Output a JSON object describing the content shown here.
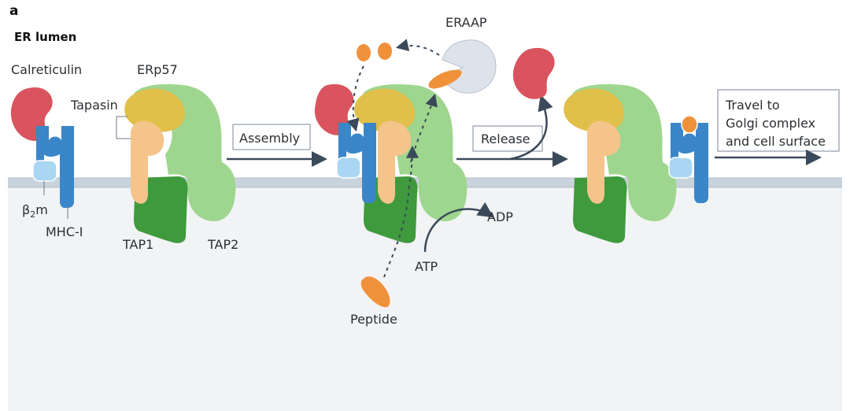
{
  "panel_letter": "a",
  "compartment_label": "ER lumen",
  "labels": {
    "calreticulin": "Calreticulin",
    "erp57": "ERp57",
    "tapasin": "Tapasin",
    "b2m_base": "β",
    "b2m_sub": "2",
    "b2m_end": "m",
    "mhc1": "MHC-I",
    "tap1": "TAP1",
    "tap2": "TAP2",
    "eraap": "ERAAP",
    "adp": "ADP",
    "atp": "ATP",
    "peptide": "Peptide"
  },
  "steps": {
    "assembly": "Assembly",
    "release": "Release",
    "travel": [
      "Travel to",
      "Golgi complex",
      "and cell surface"
    ]
  },
  "colors": {
    "membrane": "#c9d3dc",
    "cytosol": "#f2f3f5",
    "calreticulin": "#d9545e",
    "erp57": "#e0c04a",
    "tapasin": "#f5c48a",
    "tap1": "#3f9a3d",
    "tap2": "#9fd68f",
    "mhc": "#3a86c8",
    "b2m": "#a9d6f2",
    "peptide": "#f0913a",
    "eraap": "#dde3ea",
    "arrow": "#3b4a5a"
  }
}
